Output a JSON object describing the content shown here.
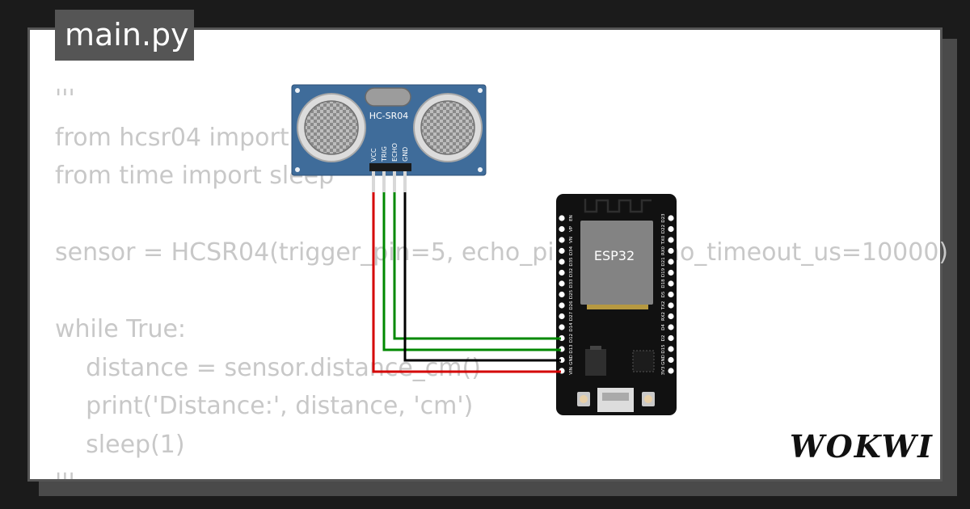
{
  "title": "main.py",
  "code_lines": [
    "'''",
    "from hcsr04 import HCSR04",
    "from time import sleep",
    "",
    "sensor = HCSR04(trigger_pin=5, echo_pin=18, echo_timeout_us=10000)",
    "",
    "while True:",
    "    distance = sensor.distance_cm()",
    "    print('Distance:', distance, 'cm')",
    "    sleep(1)",
    "'''"
  ],
  "sensor": {
    "name": "HC-SR04",
    "pins": [
      "VCC",
      "TRIG",
      "ECHO",
      "GND"
    ]
  },
  "board": {
    "name": "ESP32",
    "left_pins": [
      "EN",
      "VP",
      "VN",
      "D34",
      "D35",
      "D32",
      "D33",
      "D25",
      "D26",
      "D27",
      "D14",
      "D12",
      "D13",
      "GND",
      "VIN"
    ],
    "right_pins": [
      "D23",
      "D22",
      "TX0",
      "RX0",
      "D21",
      "D19",
      "D18",
      "D5",
      "TX2",
      "RX2",
      "D4",
      "D2",
      "D15",
      "GND",
      "3V3"
    ]
  },
  "wires": {
    "vcc": "#d40000",
    "trig": "#008800",
    "echo": "#008800",
    "gnd": "#000000"
  },
  "logo_text": "WOKWI"
}
